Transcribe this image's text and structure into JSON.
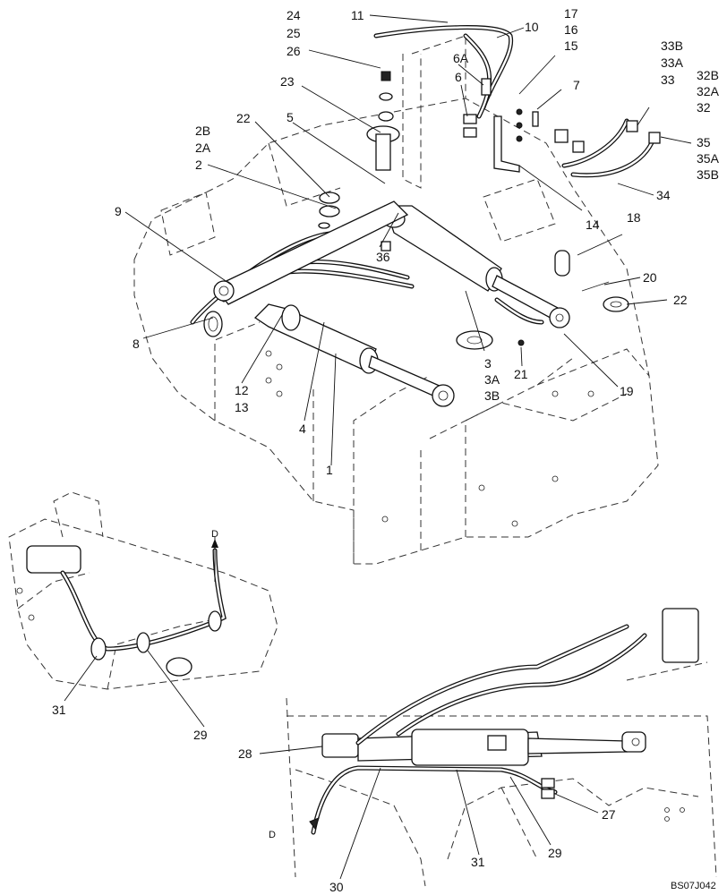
{
  "drawing_code": "BS07J042",
  "flow_marker": "D",
  "callouts": {
    "c1": "1",
    "c2": "2",
    "c2A": "2A",
    "c2B": "2B",
    "c3": "3",
    "c3A": "3A",
    "c3B": "3B",
    "c4": "4",
    "c5": "5",
    "c6": "6",
    "c6A": "6A",
    "c7": "7",
    "c8": "8",
    "c9": "9",
    "c10": "10",
    "c11": "11",
    "c12": "12",
    "c13": "13",
    "c14": "14",
    "c15": "15",
    "c16": "16",
    "c17": "17",
    "c18": "18",
    "c19": "19",
    "c20": "20",
    "c21": "21",
    "c22a": "22",
    "c22b": "22",
    "c23": "23",
    "c24": "24",
    "c25": "25",
    "c26": "26",
    "c27": "27",
    "c28": "28",
    "c29a": "29",
    "c29b": "29",
    "c30": "30",
    "c31a": "31",
    "c31b": "31",
    "c32": "32",
    "c32A": "32A",
    "c32B": "32B",
    "c33": "33",
    "c33A": "33A",
    "c33B": "33B",
    "c34": "34",
    "c35": "35",
    "c35A": "35A",
    "c35B": "35B",
    "c36": "36"
  }
}
